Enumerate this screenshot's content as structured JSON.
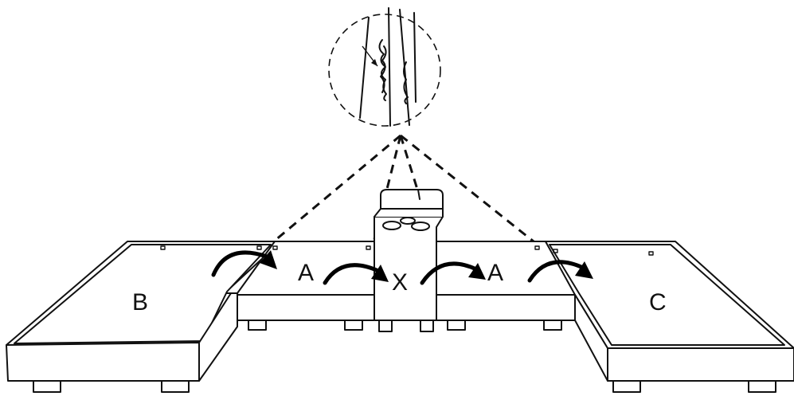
{
  "labels": {
    "panel_left": "B",
    "panel_mid_left": "A",
    "center_unit": "X",
    "panel_mid_right": "A",
    "panel_right": "C"
  },
  "icons": {
    "fold_arrow": "curved-arrow-icon",
    "detail_callout": "magnifier-detail-icon"
  }
}
